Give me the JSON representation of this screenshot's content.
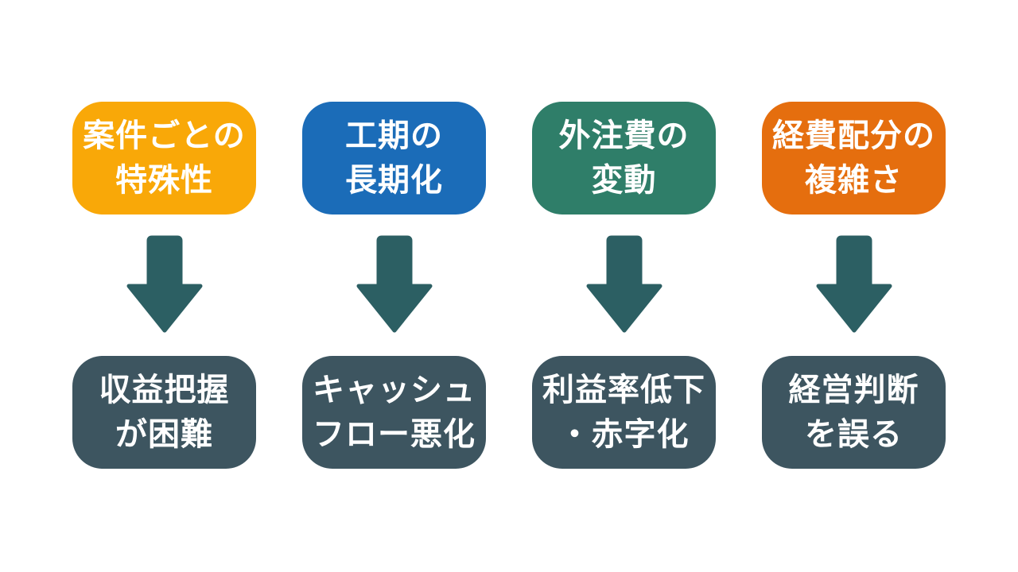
{
  "page": {
    "background_color": "#FFFFFF",
    "text_color": "#FFFFFF"
  },
  "diagram": {
    "arrow": {
      "icon": "down-arrow-icon",
      "color": "#2C5F63"
    },
    "effect_box_color": "#3D5560",
    "columns": [
      {
        "cause": {
          "line1": "案件ごとの",
          "line2": "特殊性",
          "color": "#F9A808"
        },
        "effect": {
          "line1": "収益把握",
          "line2": "が困難"
        }
      },
      {
        "cause": {
          "line1": "工期の",
          "line2": "長期化",
          "color": "#1B6CB8"
        },
        "effect": {
          "line1": "キャッシュ",
          "line2": "フロー悪化"
        }
      },
      {
        "cause": {
          "line1": "外注費の",
          "line2": "変動",
          "color": "#2F7E69"
        },
        "effect": {
          "line1": "利益率低下",
          "line2": "・赤字化"
        }
      },
      {
        "cause": {
          "line1": "経費配分の",
          "line2": "複雑さ",
          "color": "#E56E0E"
        },
        "effect": {
          "line1": "経営判断",
          "line2": "を誤る"
        }
      }
    ]
  }
}
